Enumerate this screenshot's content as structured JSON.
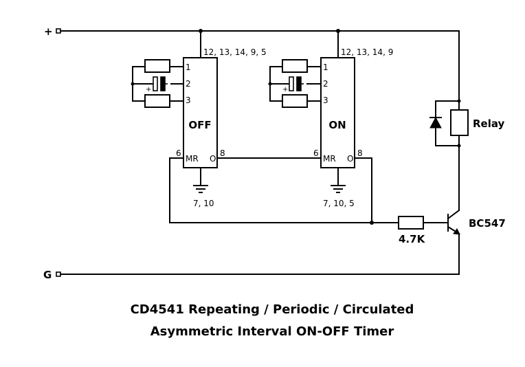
{
  "terminals": {
    "positive": "+",
    "ground": "G"
  },
  "chips": [
    {
      "name": "OFF",
      "top_pins": "12, 13, 14, 9, 5",
      "ground_pins": "7, 10",
      "pins": {
        "p1": "1",
        "p2": "2",
        "p3": "3",
        "p6": "6",
        "p8": "8"
      },
      "mr": "MR",
      "out": "O",
      "cap_polarity": "+"
    },
    {
      "name": "ON",
      "top_pins": "12, 13, 14, 9",
      "ground_pins": "7, 10, 5",
      "pins": {
        "p1": "1",
        "p2": "2",
        "p3": "3",
        "p6": "6",
        "p8": "8"
      },
      "mr": "MR",
      "out": "O",
      "cap_polarity": "+"
    }
  ],
  "relay": {
    "label": "Relay"
  },
  "transistor": {
    "label": "BC547"
  },
  "resistor": {
    "label": "4.7K"
  },
  "title": {
    "line1": "CD4541 Repeating / Periodic / Circulated",
    "line2": "Asymmetric Interval ON-OFF Timer"
  }
}
